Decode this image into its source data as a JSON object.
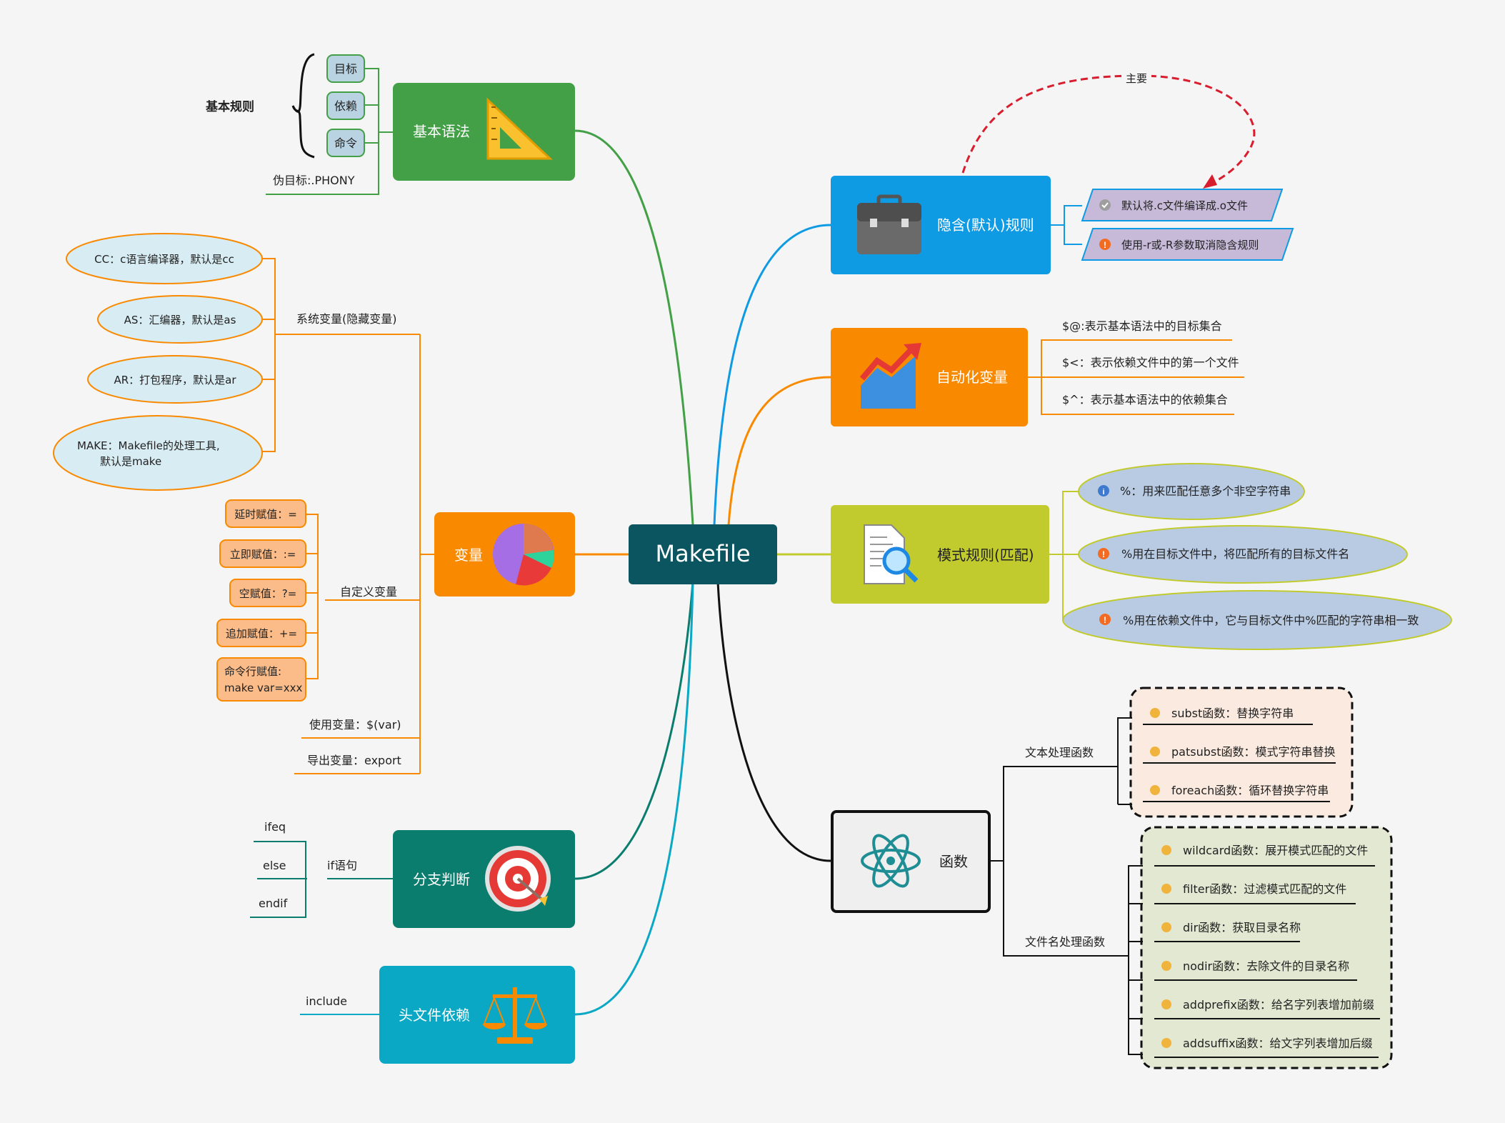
{
  "center": {
    "label": "Makefile"
  },
  "basic": {
    "title": "基本语法",
    "rule_label": "基本规则",
    "items": [
      "目标",
      "依赖",
      "命令"
    ],
    "phony": "伪目标:.PHONY"
  },
  "variables": {
    "title": "变量",
    "system": {
      "label": "系统变量(隐藏变量)",
      "items": [
        "CC：c语言编译器，默认是cc",
        "AS：汇编器，默认是as",
        "AR：打包程序，默认是ar"
      ],
      "make_line1": "MAKE：Makefile的处理工具,",
      "make_line2": "默认是make"
    },
    "custom": {
      "label": "自定义变量",
      "items": [
        "延时赋值：=",
        "立即赋值：:=",
        "空赋值：?=",
        "追加赋值：+="
      ],
      "cmd_line1": "命令行赋值:",
      "cmd_line2": "make var=xxx"
    },
    "use": "使用变量：$(var)",
    "export": "导出变量：export"
  },
  "branch": {
    "title": "分支判断",
    "if_label": "if语句",
    "items": [
      "ifeq",
      "else",
      "endif"
    ]
  },
  "header_dep": {
    "title": "头文件依赖",
    "include": "include"
  },
  "implicit": {
    "title": "隐含(默认)规则",
    "main_label": "主要",
    "items": [
      "默认将.c文件编译成.o文件",
      "使用-r或-R参数取消隐含规则"
    ]
  },
  "auto_vars": {
    "title": "自动化变量",
    "items": [
      "$@:表示基本语法中的目标集合",
      "$<：表示依赖文件中的第一个文件",
      "$^：表示基本语法中的依赖集合"
    ]
  },
  "pattern": {
    "title": "模式规则(匹配)",
    "items": [
      "%：用来匹配任意多个非空字符串",
      "%用在目标文件中，将匹配所有的目标文件名",
      "%用在依赖文件中，它与目标文件中%匹配的字符串相一致"
    ]
  },
  "functions": {
    "title": "函数",
    "text_label": "文本处理函数",
    "text_items": [
      "subst函数：替换字符串",
      "patsubst函数：模式字符串替换",
      "foreach函数：循环替换字符串"
    ],
    "file_label": "文件名处理函数",
    "file_items": [
      "wildcard函数：展开模式匹配的文件",
      "filter函数：过滤模式匹配的文件",
      "dir函数：获取目录名称",
      "nodir函数：去除文件的目录名称",
      "addprefix函数：给名字列表增加前缀",
      "addsuffix函数：给文字列表增加后缀"
    ]
  },
  "colors": {
    "green": "#43a047",
    "orange": "#f98a00",
    "teal": "#0b7d6f",
    "cyan": "#0aa8c4",
    "blue": "#0f9be3",
    "lime": "#c1cb2d",
    "center": "#0b5560",
    "black": "#111111"
  }
}
